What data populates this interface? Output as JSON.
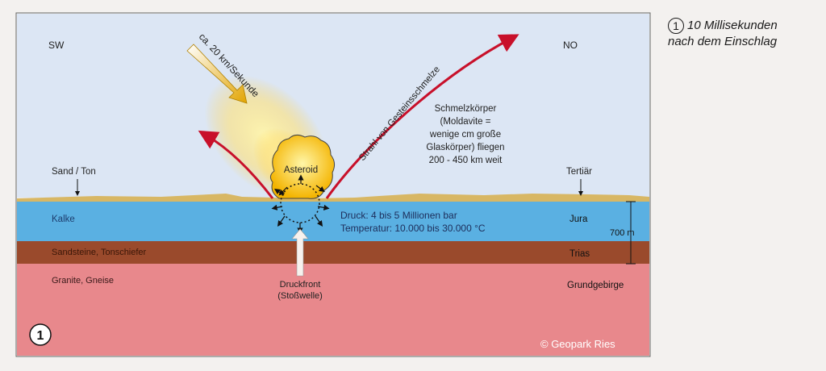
{
  "caption": {
    "number": "1",
    "line1": "10 Millisekunden",
    "line2": "nach dem Einschlag"
  },
  "diagram": {
    "panel_number": "1",
    "directions": {
      "left": "SW",
      "right": "NO"
    },
    "speed_label": "ca. 20 km/Sekunde",
    "asteroid_label": "Asteroid",
    "jet_label": "Strahl von Gesteinsschmelze",
    "moldavite_note": [
      "Schmelzkörper",
      "(Moldavite =",
      "wenige cm große",
      "Glaskörper) fliegen",
      "200 - 450 km weit"
    ],
    "layers_left": {
      "sand": "Sand / Ton",
      "kalke": "Kalke",
      "sandsteine": "Sandsteine, Tonschiefer",
      "granite": "Granite, Gneise"
    },
    "layers_right": {
      "tertiaer": "Tertiär",
      "jura": "Jura",
      "trias": "Trias",
      "grundgebirge": "Grundgebirge"
    },
    "pressure": "Druck: 4 bis 5 Millionen bar",
    "temperature": "Temperatur: 10.000 bis 30.000 °C",
    "pressure_front": [
      "Druckfront",
      "(Stoßwelle)"
    ],
    "thickness": "700 m",
    "copyright": "© Geopark Ries",
    "colors": {
      "sky": "#dce6f4",
      "sand": "#d8b764",
      "jura": "#5ab0e2",
      "trias": "#9a4a2c",
      "grundgebirge": "#e8888c",
      "jet": "#c8102a"
    }
  }
}
